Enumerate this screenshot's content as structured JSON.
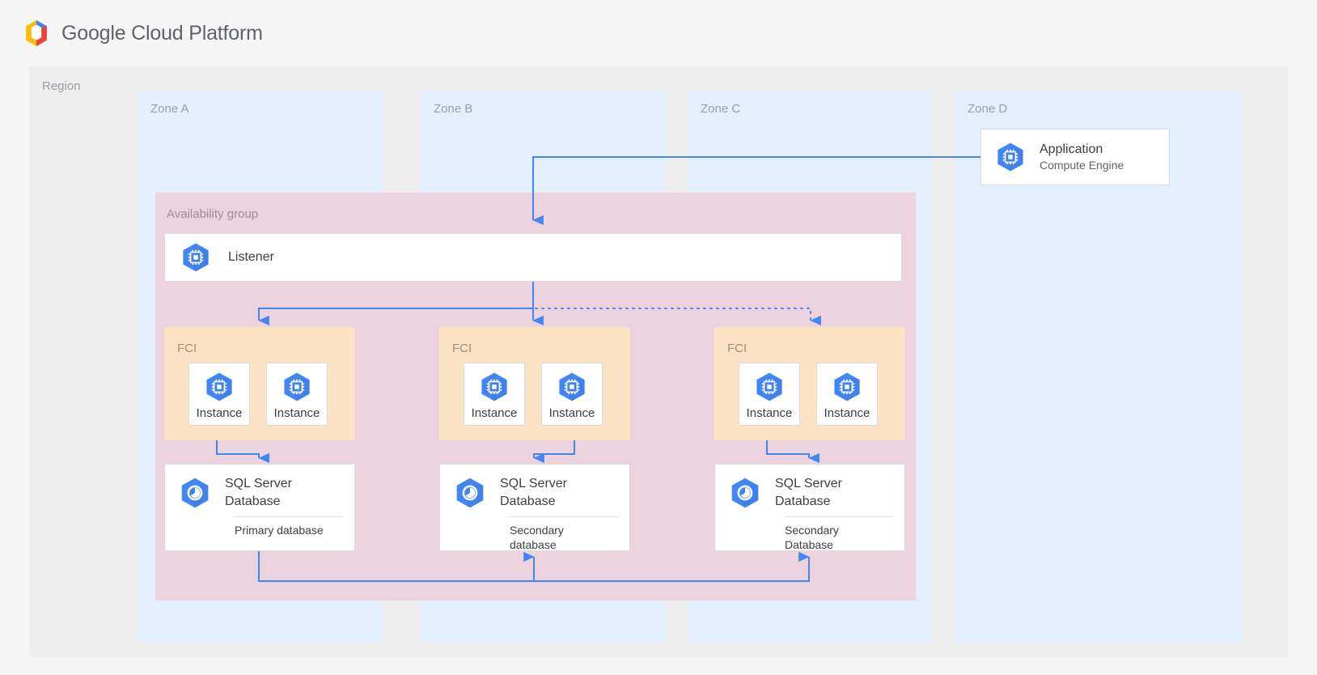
{
  "brand": {
    "logo_icon": "google-cloud-hexagon-logo",
    "name_bold": "Google ",
    "name_rest": "Cloud Platform"
  },
  "region": {
    "label": "Region"
  },
  "zones": [
    {
      "id": "zone-a",
      "label": "Zone A"
    },
    {
      "id": "zone-b",
      "label": "Zone B"
    },
    {
      "id": "zone-c",
      "label": "Zone C"
    },
    {
      "id": "zone-d",
      "label": "Zone D"
    }
  ],
  "availability_group": {
    "label": "Availability group"
  },
  "application": {
    "icon": "compute-engine-cpu-hexagon-icon",
    "title": "Application",
    "subtitle": "Compute Engine"
  },
  "listener": {
    "icon": "compute-engine-cpu-hexagon-icon",
    "label": "Listener"
  },
  "fci_groups": [
    {
      "label": "FCI",
      "instances": [
        {
          "label": "Instance"
        },
        {
          "label": "Instance"
        }
      ]
    },
    {
      "label": "FCI",
      "instances": [
        {
          "label": "Instance"
        },
        {
          "label": "Instance"
        }
      ]
    },
    {
      "label": "FCI",
      "instances": [
        {
          "label": "Instance"
        },
        {
          "label": "Instance"
        }
      ]
    }
  ],
  "databases": [
    {
      "icon": "sql-server-database-hexagon-icon",
      "title": "SQL Server\nDatabase",
      "title_line1": "SQL Server",
      "title_line2": "Database",
      "role_line1": "Primary database",
      "role_line2": ""
    },
    {
      "icon": "sql-server-database-hexagon-icon",
      "title_line1": "SQL Server",
      "title_line2": "Database",
      "role_line1": "Secondary",
      "role_line2": "database"
    },
    {
      "icon": "sql-server-database-hexagon-icon",
      "title_line1": "SQL Server",
      "title_line2": "Database",
      "role_line1": "Secondary",
      "role_line2": "Database"
    }
  ],
  "colors": {
    "page_background": "#f5f5f5",
    "region_background": "#eeeeee",
    "zone_background": "#e3effd",
    "availability_group_background": "#ecd2dd",
    "fci_background": "#fce2c4",
    "connector_blue": "#4285f4",
    "icon_blue": "#4285f4",
    "card_background": "#ffffff",
    "label_gray": "#9aa0a6",
    "text_dark": "#3c4043"
  },
  "connectors": [
    {
      "name": "application-to-listener",
      "style": "solid",
      "from": "application",
      "to": "listener"
    },
    {
      "name": "listener-to-fci-a",
      "style": "solid",
      "from": "listener",
      "to": "fci-a"
    },
    {
      "name": "listener-to-fci-b",
      "style": "solid",
      "from": "listener",
      "to": "fci-b"
    },
    {
      "name": "listener-to-fci-c",
      "style": "dotted",
      "from": "listener",
      "to": "fci-c"
    },
    {
      "name": "fci-a-to-db-a",
      "style": "solid",
      "from": "fci-a-instance-1",
      "to": "db-a"
    },
    {
      "name": "fci-b-to-db-b",
      "style": "solid",
      "from": "fci-b-instance-2",
      "to": "db-b"
    },
    {
      "name": "fci-c-to-db-c",
      "style": "solid",
      "from": "fci-c-instance-1",
      "to": "db-c"
    },
    {
      "name": "db-a-to-db-b",
      "style": "solid",
      "from": "db-a",
      "to": "db-b"
    },
    {
      "name": "db-a-to-db-c",
      "style": "solid",
      "from": "db-a",
      "to": "db-c"
    }
  ]
}
